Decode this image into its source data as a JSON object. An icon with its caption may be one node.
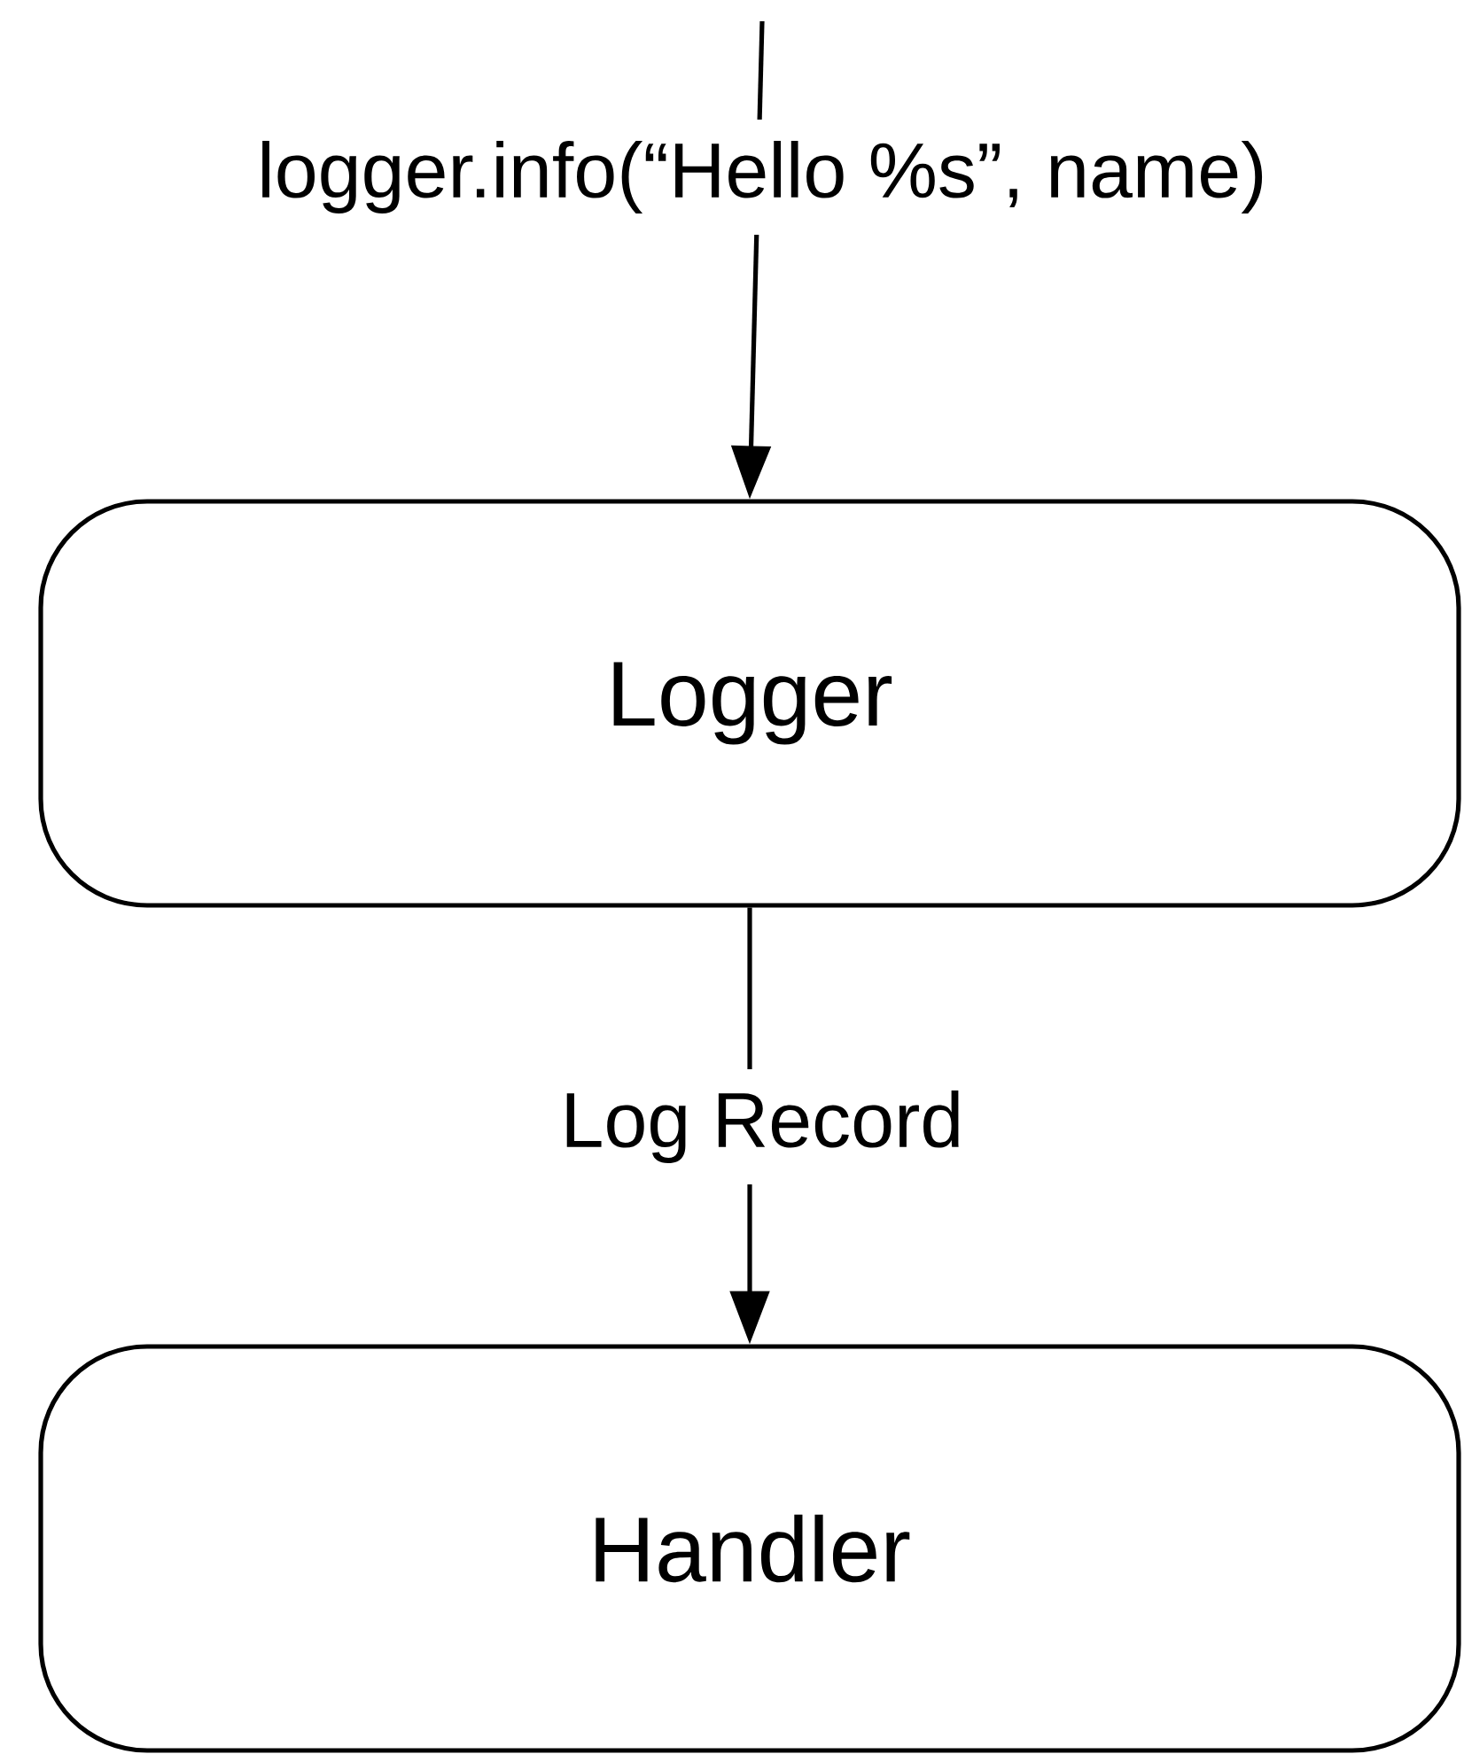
{
  "diagram": {
    "nodes": [
      {
        "text": [
          "Logger"
        ]
      },
      {
        "text": [
          "Handler"
        ]
      }
    ],
    "edges": [
      {
        "from": null,
        "to": 0,
        "arrow": "to",
        "label": "logger.info(“Hello %s”, name)"
      },
      {
        "from": 0,
        "to": 1,
        "arrow": "to",
        "label": "Log Record"
      }
    ]
  }
}
